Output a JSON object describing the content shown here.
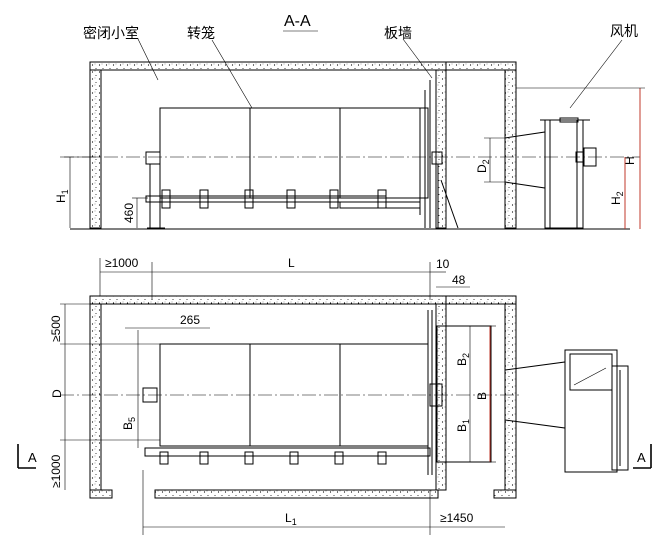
{
  "labels": {
    "section_title": "A-A",
    "sealed_room": "密闭小室",
    "rotating_cage": "转笼",
    "wall_board": "板墙",
    "fan": "风机",
    "section_mark_left": "A",
    "section_mark_right": "A"
  },
  "dims": {
    "H1": "H",
    "H1_sub": "1",
    "h460": "460",
    "D2": "D",
    "D2_sub": "2",
    "H": "H",
    "H2": "H",
    "H2_sub": "2",
    "ge1000_top": "≥1000",
    "L": "L",
    "d10": "10",
    "d48": "48",
    "ge500": "≥500",
    "d265": "265",
    "D": "D",
    "B5": "B",
    "B5_sub": "5",
    "B2": "B",
    "B2_sub": "2",
    "B": "B",
    "B1": "B",
    "B1_sub": "1",
    "ge1000_left": "≥1000",
    "L1": "L",
    "L1_sub": "1",
    "ge1450": "≥1450"
  }
}
